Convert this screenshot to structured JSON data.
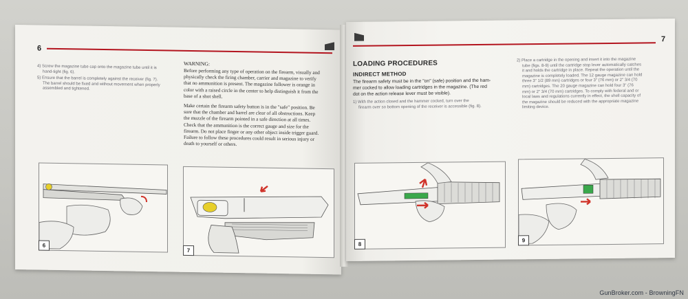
{
  "left_page": {
    "page_number": "6",
    "items": [
      {
        "prefix": "4)",
        "lines": [
          "Screw the magazine tube cap onto the magazine tube until it is",
          "hand-tight (fig. 6)."
        ]
      },
      {
        "prefix": "5)",
        "lines": [
          "Ensure that the barrel is completely against the receiver (fig. 7).",
          "The barrel should be fixed and without movement when properly",
          "assembled and tightened."
        ]
      }
    ],
    "warning_title": "WARNING:",
    "warning_lines": [
      "Before performing any type of operation on the firearm, visually and",
      "physically check the firing chamber, carrier and magazine to verify",
      "that no ammunition is present. The magazine follower is orange in",
      "color with a raised circle in the center to help distinguish it from the",
      "base of a shot shell."
    ],
    "safety_lines": [
      "Make certain the firearm safety button is in the \"safe\" position. Be",
      "sure that the chamber and barrel are clear of all obstructions. Keep",
      "the muzzle of the firearm pointed in a safe direction at all times.",
      "Check that the ammunition is the correct gauge and size for the",
      "firearm. Do not place finger or any other object inside trigger guard.",
      "Failure to follow these procedures could result in serious injury or",
      "death to yourself or others."
    ],
    "figures": [
      "6",
      "7"
    ]
  },
  "right_page": {
    "page_number": "7",
    "heading": "LOADING PROCEDURES",
    "subheading": "INDIRECT METHOD",
    "intro_lines": [
      "The firearm safety must be in the \"on\" (safe) position and the ham-",
      "mer cocked to allow loading cartridges in the magazine. (The red",
      "dot on the action release lever must be visible)."
    ],
    "step1": {
      "prefix": "1)",
      "lines": [
        "With the action closed and the hammer cocked, turn over the",
        "firearm over so bottom opening of the receiver is accessible (fig. 8)."
      ]
    },
    "step2": {
      "prefix": "2)",
      "lines": [
        "Place a cartridge in the opening and insert it into the magazine",
        "tube (figs. 8-9) until the cartridge stop lever automatically catches",
        "it and holds the cartridge in place. Repeat the operation until the",
        "magazine is completely loaded. The 12 gauge magazine can hold",
        "three 3\" 1/2 (89 mm) cartridges or four 3\" (76 mm) or 2\" 3/4 (70",
        "mm) cartridges. The 20 gauge magazine can hold four 3\" (76",
        "mm) or 2\" 3/4 (70 mm) cartridges. To comply with federal and or",
        "local laws and regulations currently in effect, the shell capacity of",
        "the magazine should be reduced with the appropriate magazine",
        "limiting device."
      ]
    },
    "figures": [
      "8",
      "9"
    ]
  },
  "watermark": "GunBroker.com - BrowningFN",
  "colors": {
    "accent": "#b3141e",
    "arrow": "#d0332a",
    "follower": "#e7cf2a",
    "cartridge": "#3aa84b"
  }
}
